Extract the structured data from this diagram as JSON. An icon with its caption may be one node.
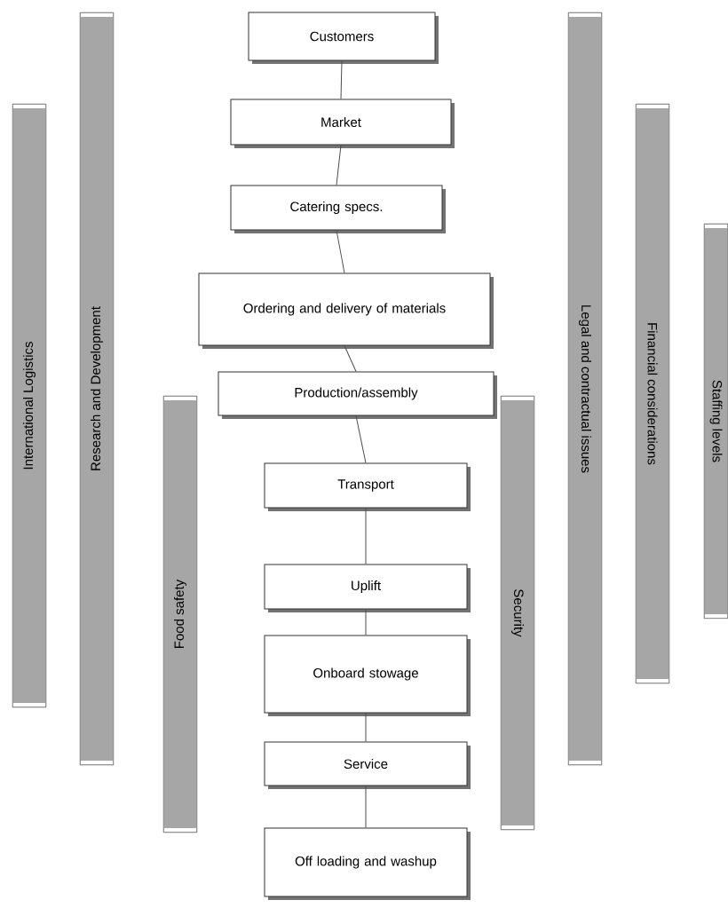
{
  "diagram": {
    "nodes": [
      {
        "text": [
          "Customers"
        ]
      },
      {
        "text": [
          "Market"
        ]
      },
      {
        "text": [
          "Catering specs."
        ]
      },
      {
        "text": [
          "Ordering and delivery of materials"
        ]
      },
      {
        "text": [
          "Production/assembly"
        ]
      },
      {
        "text": [
          "Transport"
        ]
      },
      {
        "text": [
          "Uplift"
        ]
      },
      {
        "text": [
          "Onboard stowage"
        ]
      },
      {
        "text": [
          "Service"
        ]
      },
      {
        "text": [
          "Off loading and washup"
        ]
      },
      {
        "text": [
          "International  Logistics"
        ]
      },
      {
        "text": [
          "Research and Development"
        ]
      },
      {
        "text": [
          "Food safety"
        ]
      },
      {
        "text": [
          "Security"
        ]
      },
      {
        "text": [
          "Legal and contractual issues"
        ]
      },
      {
        "text": [
          "Financial considerations"
        ]
      },
      {
        "text": [
          "Staffing levels"
        ]
      }
    ],
    "edges": [
      {
        "from": 0,
        "to": 1,
        "arrow": "none"
      },
      {
        "from": 1,
        "to": 2,
        "arrow": "none"
      },
      {
        "from": 2,
        "to": 3,
        "arrow": "none"
      },
      {
        "from": 3,
        "to": 4,
        "arrow": "none"
      },
      {
        "from": 4,
        "to": 5,
        "arrow": "none"
      },
      {
        "from": 5,
        "to": 6,
        "arrow": "none"
      },
      {
        "from": 6,
        "to": 7,
        "arrow": "none"
      },
      {
        "from": 7,
        "to": 8,
        "arrow": "none"
      },
      {
        "from": 8,
        "to": 9,
        "arrow": "none"
      }
    ]
  }
}
